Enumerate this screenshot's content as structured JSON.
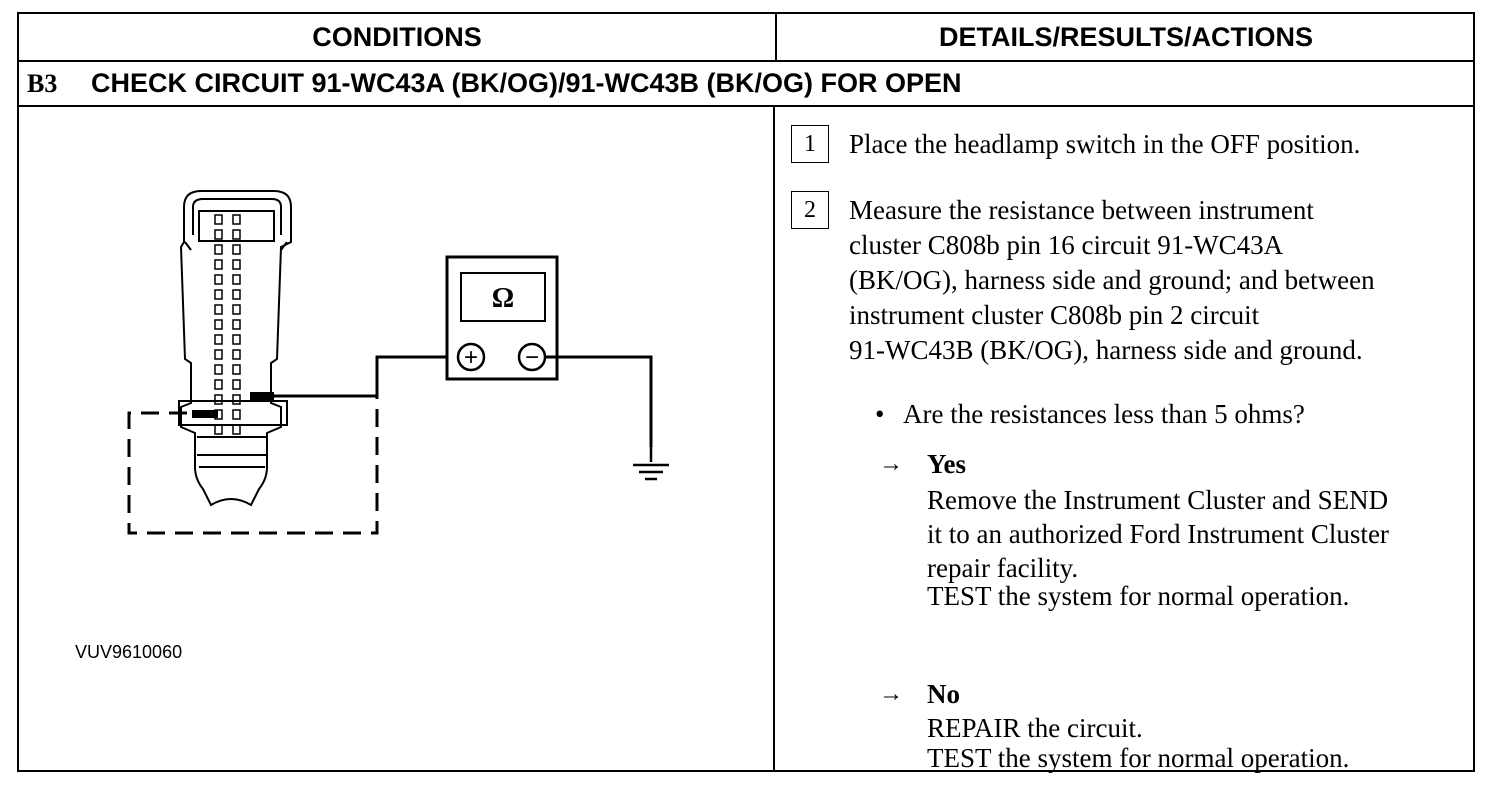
{
  "header": {
    "left": "CONDITIONS",
    "right": "DETAILS/RESULTS/ACTIONS"
  },
  "step": {
    "id": "B3",
    "title": "CHECK CIRCUIT 91-WC43A (BK/OG)/91-WC43B (BK/OG) FOR OPEN"
  },
  "figure": {
    "id": "VUV9610060",
    "meter_symbol": "Ω",
    "plus_symbol": "+",
    "minus_symbol": "−",
    "icons": [
      "connector-icon",
      "ohmmeter-icon",
      "ground-icon"
    ]
  },
  "actions": [
    {
      "num": "1",
      "lines": [
        "Place the headlamp switch in the OFF position."
      ]
    },
    {
      "num": "2",
      "lines": [
        "Measure the resistance between instrument",
        "cluster C808b pin 16 circuit 91-WC43A",
        "(BK/OG), harness side and ground; and between",
        "instrument cluster C808b pin 2 circuit",
        "91-WC43B (BK/OG), harness side and ground."
      ]
    }
  ],
  "question": "Are the resistances less than 5 ohms?",
  "bullet_symbol": "•",
  "arrow_symbol": "→",
  "yes": {
    "label": "Yes",
    "lines": [
      "Remove the Instrument Cluster and SEND",
      "it to an authorized Ford Instrument Cluster",
      "repair facility.",
      "TEST the system for normal operation."
    ]
  },
  "no": {
    "label": "No",
    "lines": [
      "REPAIR the circuit.",
      "TEST the system for normal operation."
    ]
  }
}
